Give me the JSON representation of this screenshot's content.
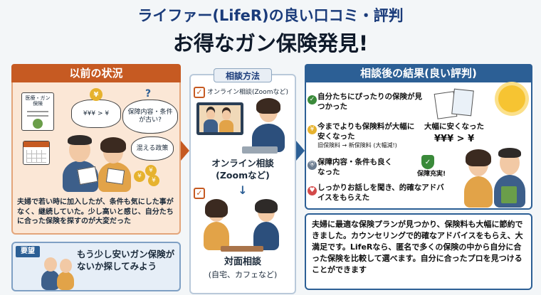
{
  "title_line1": "ライファー(LifeR)の良い口コミ・評判",
  "title_line2": "お得なガン保険発見!",
  "before": {
    "header": "以前の状況",
    "doc_label": "医療・ガン保険",
    "price_bubble": "¥¥¥ > ¥",
    "question_bubble": "保障内容・条件が古い?",
    "confused_bubble": "混える政策",
    "body": "夫婦で若い時に加入したが、条件も気にした事がなく、継続していた。少し高いと感じ、自分たちに合った保険を探すのが大変だった"
  },
  "wish": {
    "tag": "要望",
    "text": "もう少し安いガン保険がないか探してみよう"
  },
  "method": {
    "header": "相談方法",
    "online_check": "オンライン相談(Zoomなど)",
    "online_label": "オンライン相談(Zoomなど)",
    "inperson_label": "対面相談",
    "inperson_sub": "(自宅、カフェなど)"
  },
  "result": {
    "header": "相談後の結果(良い評判)",
    "item1": "自分たちにぴったりの保険が見つかった",
    "item2": "今までよりも保険料が大幅に安くなった",
    "item2_side": "大幅に安くなった",
    "item2_yen": "¥¥¥ > ¥",
    "item2_note": "旧保険料 → 新保険料 (大幅減!)",
    "item3": "保障内容・条件も良くなった",
    "item3_badge": "保障充実!",
    "item4": "しっかりお話しを聞き、的確なアドバイスをもらえた",
    "summary": "夫婦に最適な保険プランが見つかり、保険料も大幅に節約できました。カウンセリングで的確なアドバイスをもらえ、大満足です。LifeRなら、匿名で多くの保険の中から自分に合った保険を比較して選べます。自分に合ったプロを見つけることができます"
  },
  "colors": {
    "orange": "#c65a22",
    "blue": "#2c5f95",
    "peach": "#fbe7d6"
  }
}
